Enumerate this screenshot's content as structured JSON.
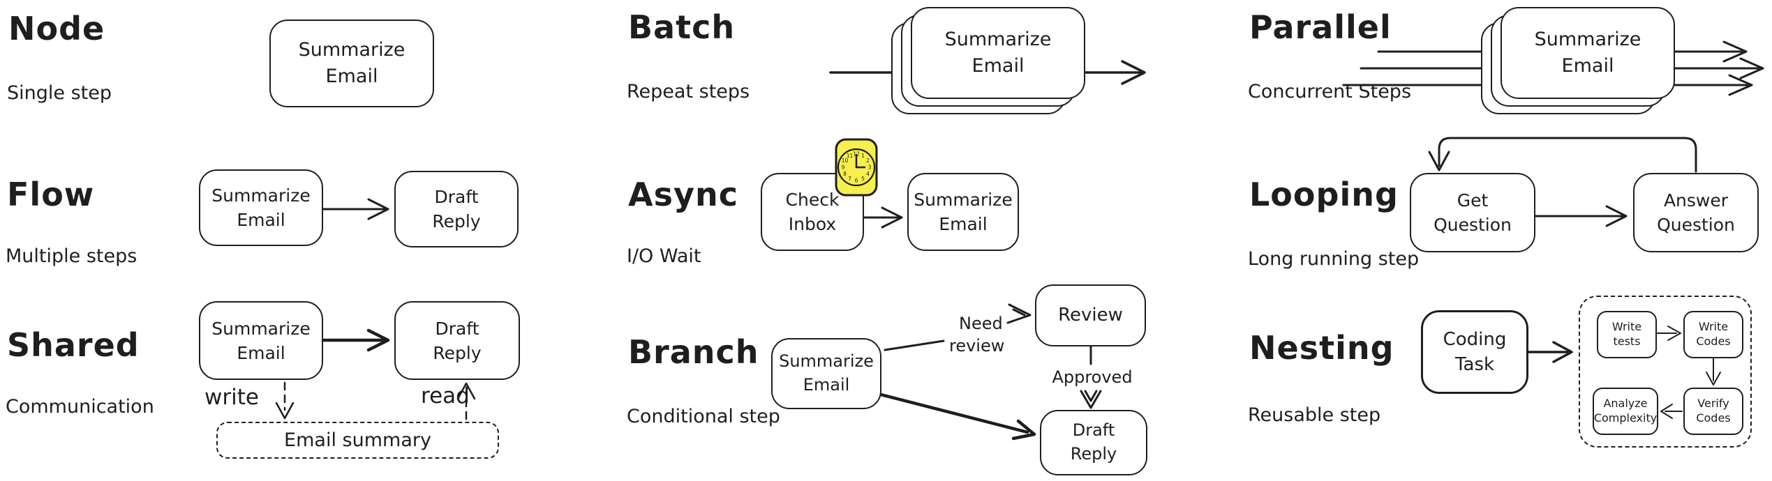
{
  "colors": {
    "ink": "#1e1e1e",
    "background": "#ffffff",
    "clock_fill": "#f7ef4d"
  },
  "sections": {
    "node": {
      "title": "Node",
      "subtitle": "Single step",
      "box1": "Summarize\nEmail"
    },
    "batch": {
      "title": "Batch",
      "subtitle": "Repeat steps",
      "box1": "Summarize\nEmail"
    },
    "parallel": {
      "title": "Parallel",
      "subtitle": "Concurrent Steps",
      "box1": "Summarize\nEmail"
    },
    "flow": {
      "title": "Flow",
      "subtitle": "Multiple steps",
      "box1": "Summarize\nEmail",
      "box2": "Draft\nReply"
    },
    "async": {
      "title": "Async",
      "subtitle": "I/O Wait",
      "box1": "Check\nInbox",
      "box2": "Summarize\nEmail",
      "clock_numbers": [
        "12",
        "1",
        "2",
        "3",
        "4",
        "5",
        "6",
        "7",
        "8",
        "9",
        "10",
        "11"
      ]
    },
    "looping": {
      "title": "Looping",
      "subtitle": "Long running step",
      "box1": "Get\nQuestion",
      "box2": "Answer\nQuestion"
    },
    "shared": {
      "title": "Shared",
      "subtitle": "Communication",
      "box1": "Summarize\nEmail",
      "box2": "Draft\nReply",
      "write_label": "write",
      "read_label": "read",
      "store": "Email summary"
    },
    "branch": {
      "title": "Branch",
      "subtitle": "Conditional step",
      "box1": "Summarize\nEmail",
      "box2": "Review",
      "box3": "Draft\nReply",
      "edge_need_line1": "Need",
      "edge_need_line2": "review",
      "edge_approved": "Approved"
    },
    "nesting": {
      "title": "Nesting",
      "subtitle": "Reusable step",
      "box1": "Coding\nTask",
      "inner": {
        "a": "Write\ntests",
        "b": "Write\nCodes",
        "c": "Verify\nCodes",
        "d": "Analyze\nComplexity"
      }
    }
  }
}
